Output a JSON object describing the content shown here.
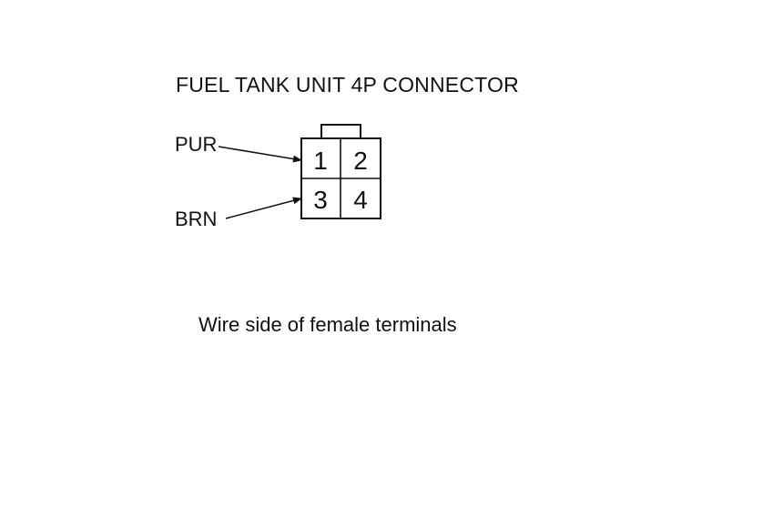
{
  "title": "FUEL TANK UNIT 4P CONNECTOR",
  "caption": "Wire side of female terminals",
  "wires": [
    {
      "label": "PUR",
      "pin": "1"
    },
    {
      "label": "BRN",
      "pin": "3"
    }
  ],
  "pins": [
    "1",
    "2",
    "3",
    "4"
  ]
}
